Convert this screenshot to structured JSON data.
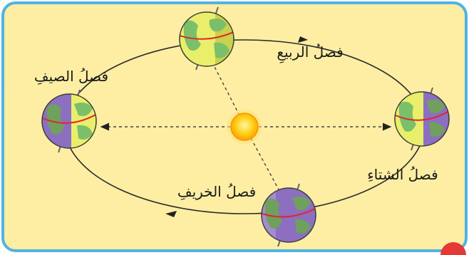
{
  "labels": {
    "spring": "فصلُ الربيعِ",
    "summer": "فصلُ الصيفِ",
    "winter": "فصلُ الشتاءِ",
    "autumn": "فصلُ الخريفِ"
  },
  "colors": {
    "background": "#fdeea3",
    "border": "#4fb3e3",
    "orbit": "#2b2b2b",
    "axis_line": "#555555",
    "sun_core": "#ffd21a",
    "sun_glow": "#ffb400",
    "globe_day": "#e9ef6a",
    "globe_night": "#8c6fc0",
    "land": "#7bbf6a",
    "equator": "#e0262c",
    "badge": "#e53935"
  },
  "icons": {
    "sun": "sun-icon",
    "earth": "earth-globe-icon"
  }
}
